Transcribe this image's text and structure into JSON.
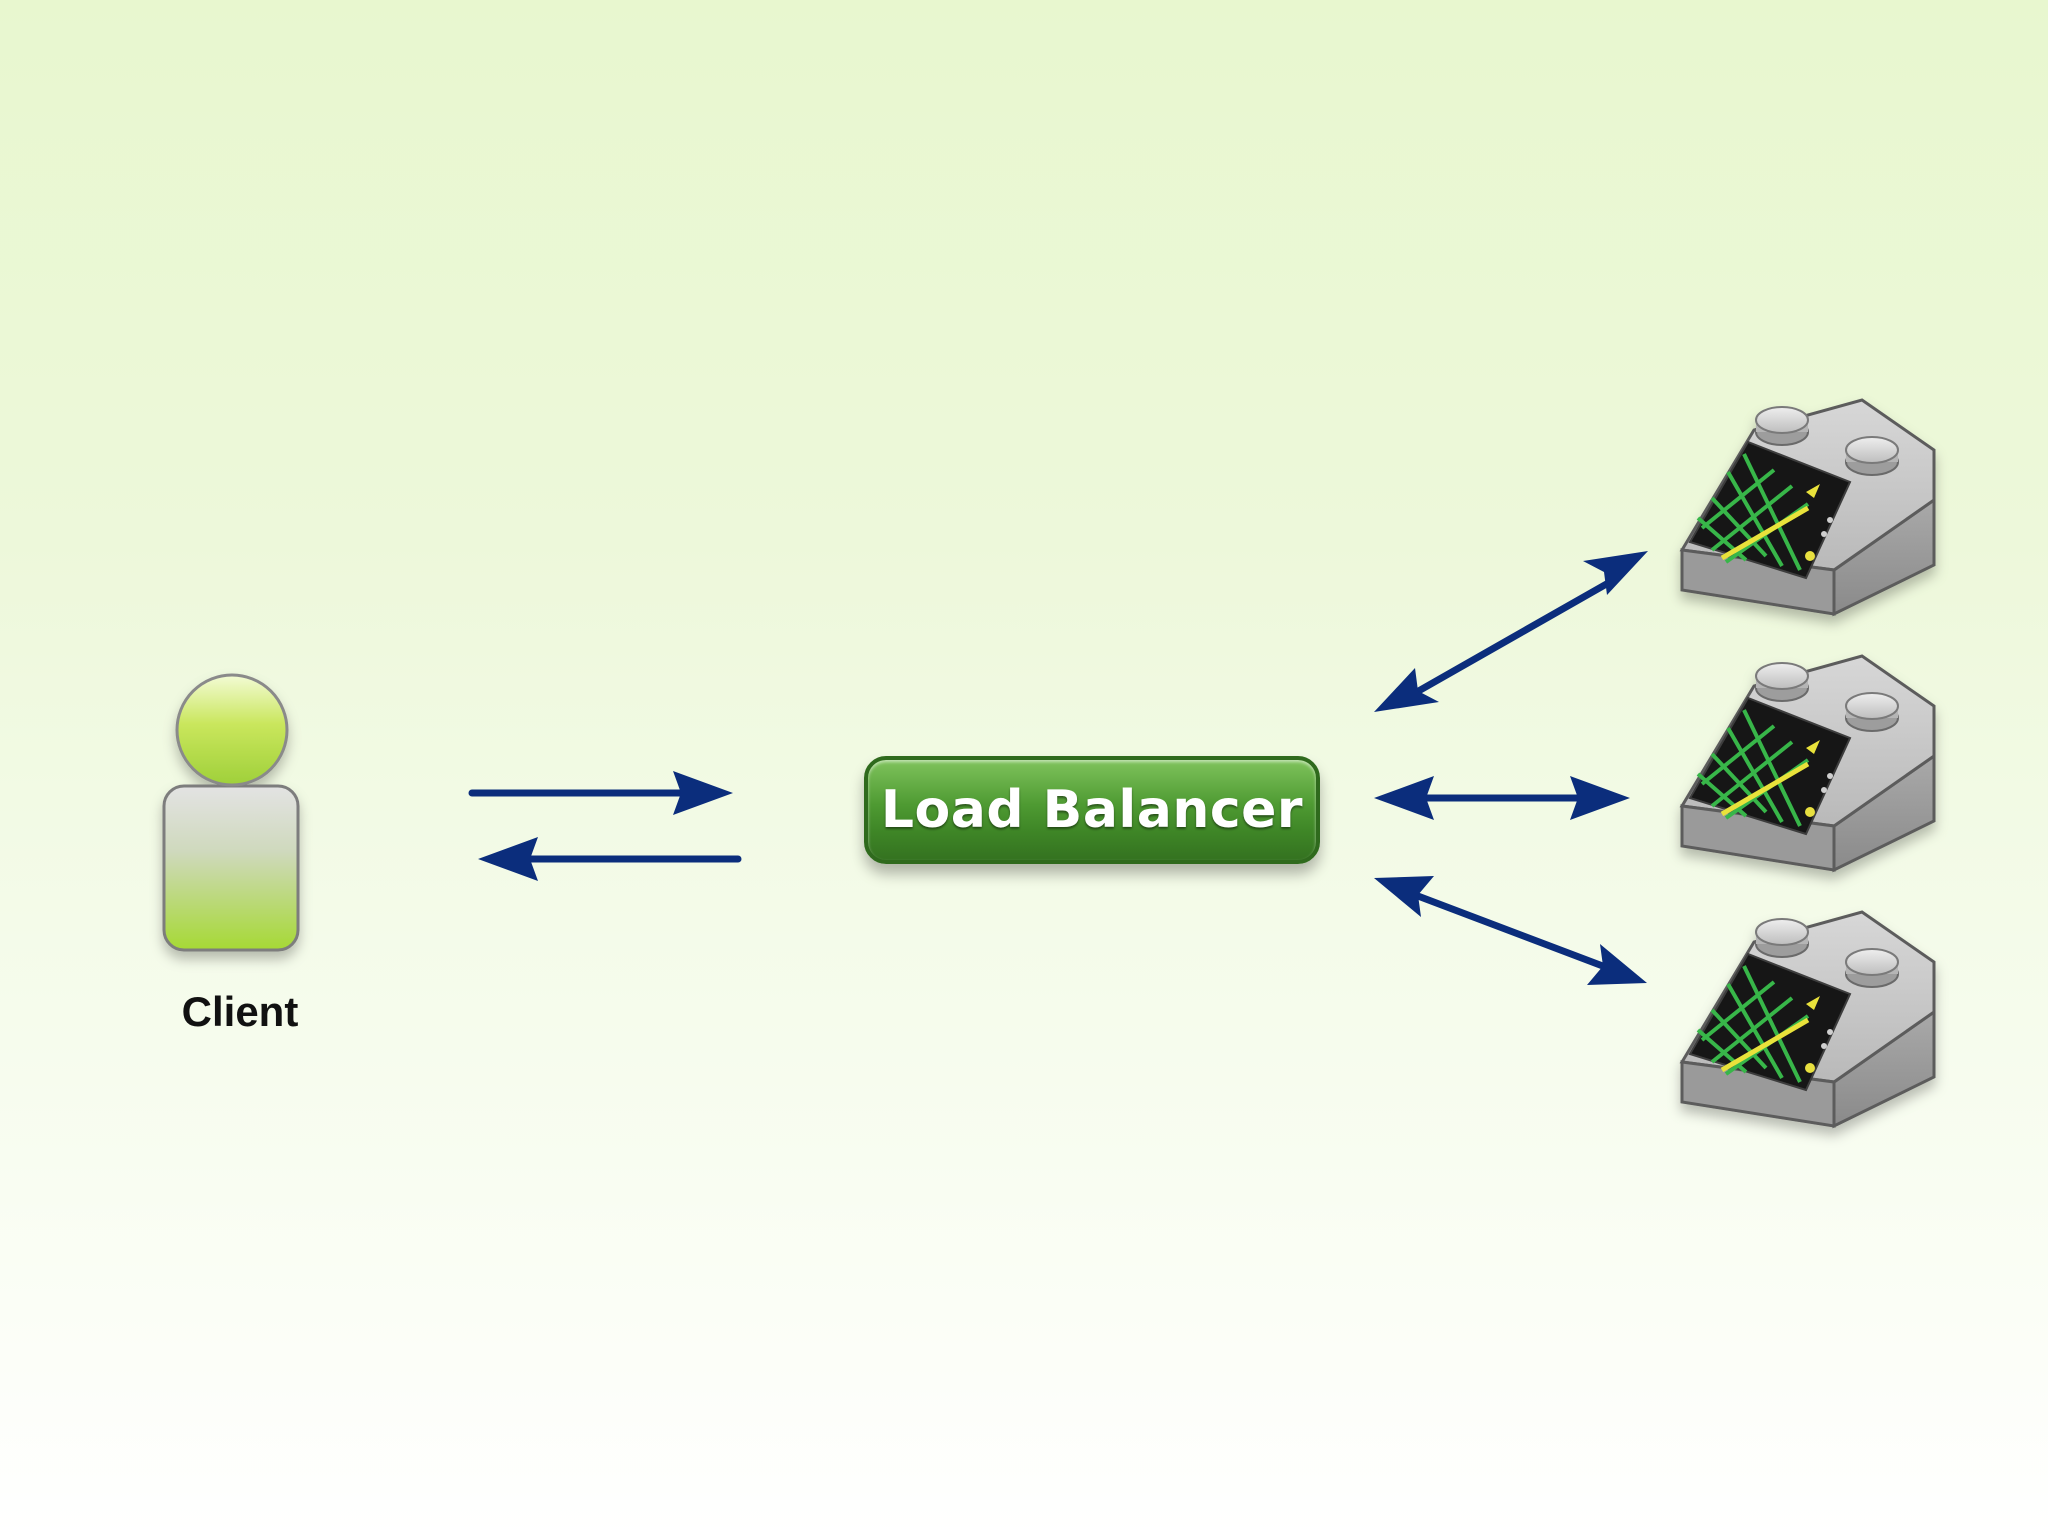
{
  "diagram": {
    "client": {
      "label": "Client",
      "icon": "person-icon",
      "colors": {
        "head": "#c4e356",
        "body_top": "#d9d9d9",
        "body_bottom": "#a3d83a"
      }
    },
    "load_balancer": {
      "label": "Load Balancer",
      "color": "#4e9a32"
    },
    "servers": [
      {
        "icon": "server-icon"
      },
      {
        "icon": "server-icon"
      },
      {
        "icon": "server-icon"
      }
    ],
    "arrow_color": "#0b2d7c",
    "connections": [
      {
        "from": "client",
        "to": "load_balancer",
        "direction": "forward"
      },
      {
        "from": "load_balancer",
        "to": "client",
        "direction": "forward"
      },
      {
        "from": "load_balancer",
        "to": "server-1",
        "direction": "bidirectional"
      },
      {
        "from": "load_balancer",
        "to": "server-2",
        "direction": "bidirectional"
      },
      {
        "from": "load_balancer",
        "to": "server-3",
        "direction": "bidirectional"
      }
    ]
  }
}
